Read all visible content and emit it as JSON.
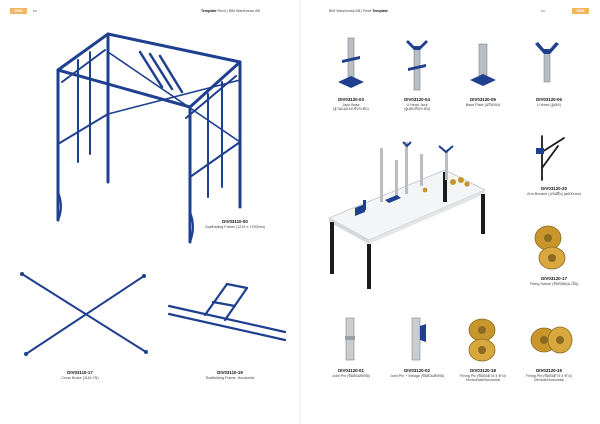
{
  "header": {
    "left_page": "0060",
    "left_mark": "•••",
    "left_title_bold": "Template",
    "left_title_rest": " Revit | BIM Warehouse AB",
    "right_title_rest": "BIM Warehouse AB | Revit ",
    "right_title_bold": "Template",
    "right_mark": "•••",
    "right_page": "0061"
  },
  "items": [
    {
      "code": "DIV03110-00",
      "label": "Scaffolding Frame (1219 x 1700mm)"
    },
    {
      "code": "DIV03110-17",
      "label": "Cross Brace (1116.7N)"
    },
    {
      "code": "DIV03110-19",
      "label": "Scaffolding Frame, Horizontal"
    },
    {
      "code": "DIV03120-03",
      "label": "Jack Base",
      "label2": "(ฐานแม่แรงปรับระดับ)"
    },
    {
      "code": "DIV03120-04",
      "label": "U Head Jack",
      "label2": "(ยูเฮดปรับระดับ)"
    },
    {
      "code": "DIV03120-05",
      "label": "Base Plate (แป้นรอง)"
    },
    {
      "code": "DIV03120-06",
      "label": "U Head (ยูเฮด)"
    },
    {
      "code": "DIV03120-20",
      "label": "Arm Bracket (แขนยื่น) (ø600mm)"
    },
    {
      "code": "DIV03120-17",
      "label": "Fixing Swivel (ข้อต่อหมุน เป็น)"
    },
    {
      "code": "DIV03120-01",
      "label": "Joint Pin (ข้อต่อแท่งท่อ)"
    },
    {
      "code": "DIV03120-02",
      "label": "Joint Pin + Wedge (ข้อต่อแท่งท่อ)"
    },
    {
      "code": "DIV03120-18",
      "label": "Fixing Pin (ข้อต่อตาย 4 ทาง)",
      "label2": "Horizontal/Horizontal"
    },
    {
      "code": "DIV03120-19",
      "label": "Fixing Pin (ข้อต่อตาย 4 ทาง)",
      "label2": "Vertical/Horizontal"
    }
  ],
  "colors": {
    "steel_blue": "#1f3f8f",
    "gold": "#c9962e",
    "silver": "#b9bec4",
    "badge": "#f3b562"
  }
}
